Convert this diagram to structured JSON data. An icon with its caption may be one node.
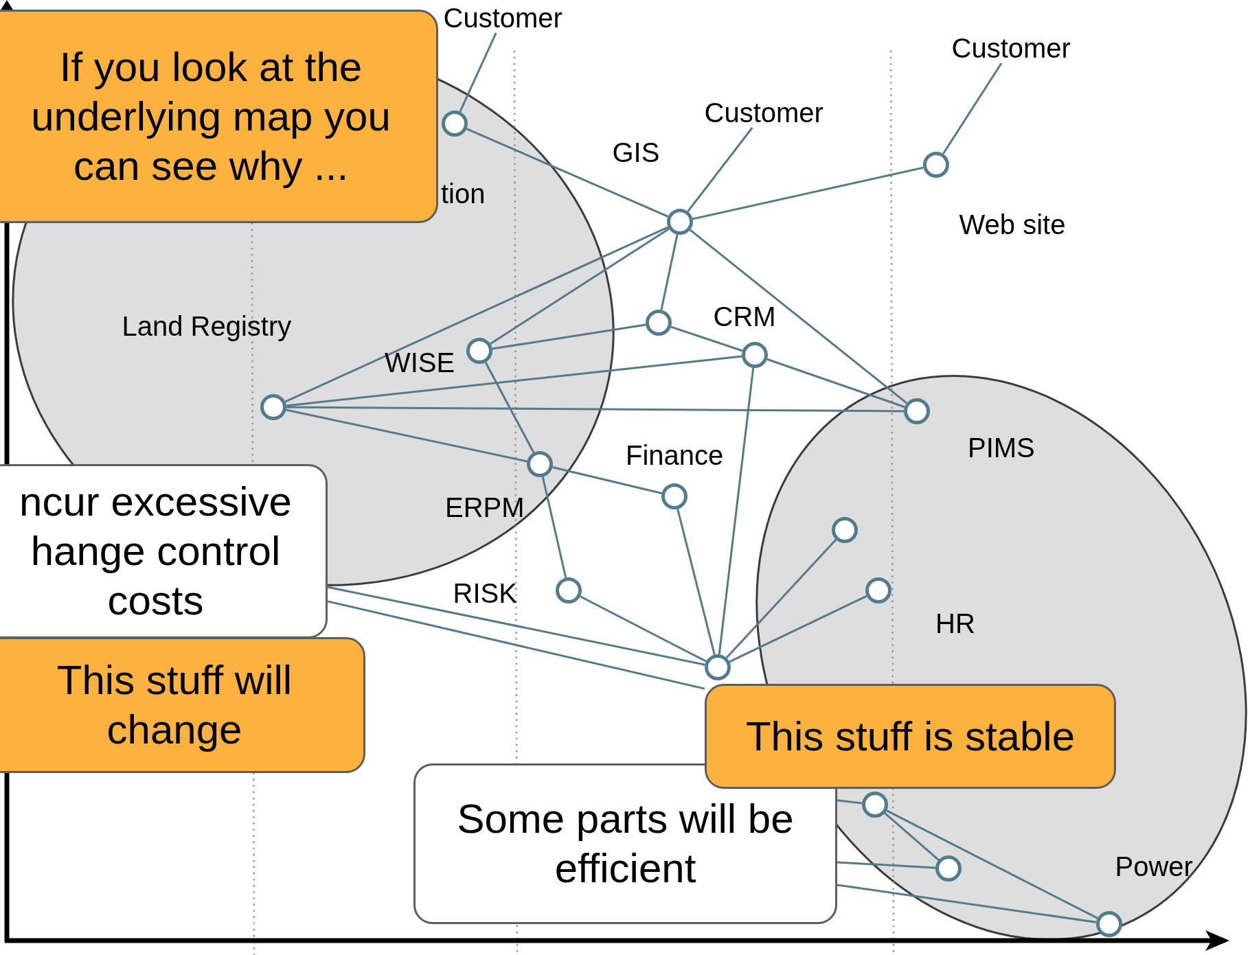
{
  "diagram": {
    "nodes": [
      {
        "text": [
          "If you look at the underlying map you can see why ..."
        ]
      },
      {
        "text": [
          "Customer"
        ]
      },
      {
        "text": [
          "Customer"
        ]
      },
      {
        "text": [
          "Customer"
        ]
      },
      {
        "text": [],
        "shape": "circle"
      },
      {
        "text": [],
        "shape": "circle"
      },
      {
        "text": [],
        "shape": "circle"
      },
      {
        "text": [],
        "shape": "circle"
      },
      {
        "text": [],
        "shape": "circle"
      },
      {
        "text": [],
        "shape": "circle"
      },
      {
        "text": [],
        "shape": "circle"
      },
      {
        "text": [],
        "shape": "circle"
      },
      {
        "text": [],
        "shape": "circle"
      },
      {
        "text": [],
        "shape": "circle"
      },
      {
        "text": [
          "ncur excessive hange control costs"
        ]
      },
      {
        "text": [],
        "shape": "circle"
      },
      {
        "text": [],
        "shape": "circle"
      },
      {
        "text": [],
        "shape": "circle"
      },
      {
        "text": [],
        "shape": "circle"
      },
      {
        "text": [
          "This stuff will change"
        ]
      },
      {
        "text": [
          "This stuff is stable"
        ]
      },
      {
        "text": [],
        "shape": "circle"
      },
      {
        "text": [
          "Some parts will be efficient"
        ]
      },
      {
        "text": [],
        "shape": "circle"
      },
      {
        "text": [],
        "shape": "circle"
      }
    ],
    "edges": [
      {
        "from": 1,
        "to": 4,
        "arrow": "none"
      },
      {
        "from": 2,
        "to": 5,
        "arrow": "none"
      },
      {
        "from": 3,
        "to": 6,
        "arrow": "none"
      },
      {
        "from": 4,
        "to": 5,
        "arrow": "none"
      },
      {
        "from": 5,
        "to": 6,
        "arrow": "none"
      },
      {
        "from": 5,
        "to": 10,
        "arrow": "none"
      },
      {
        "from": 5,
        "to": 9,
        "arrow": "none"
      },
      {
        "from": 5,
        "to": 7,
        "arrow": "none"
      },
      {
        "from": 5,
        "to": 11,
        "arrow": "none"
      },
      {
        "from": 7,
        "to": 9,
        "arrow": "none"
      },
      {
        "from": 7,
        "to": 8,
        "arrow": "none"
      },
      {
        "from": 8,
        "to": 10,
        "arrow": "none"
      },
      {
        "from": 8,
        "to": 11,
        "arrow": "none"
      },
      {
        "from": 10,
        "to": 11,
        "arrow": "none"
      },
      {
        "from": 10,
        "to": 12,
        "arrow": "none"
      },
      {
        "from": 9,
        "to": 12,
        "arrow": "none"
      },
      {
        "from": 12,
        "to": 13,
        "arrow": "none"
      },
      {
        "from": 12,
        "to": 17,
        "arrow": "none"
      },
      {
        "from": 17,
        "to": 18,
        "arrow": "none"
      },
      {
        "from": 13,
        "to": 18,
        "arrow": "none"
      },
      {
        "from": 8,
        "to": 18,
        "arrow": "none"
      },
      {
        "from": 15,
        "to": 18,
        "arrow": "none"
      },
      {
        "from": 16,
        "to": 18,
        "arrow": "none"
      },
      {
        "from": 14,
        "to": 18,
        "arrow": "none"
      },
      {
        "from": 14,
        "to": 20,
        "arrow": "none"
      },
      {
        "from": 22,
        "to": 21,
        "arrow": "none"
      },
      {
        "from": 22,
        "to": 23,
        "arrow": "none"
      },
      {
        "from": 22,
        "to": 24,
        "arrow": "none"
      },
      {
        "from": 21,
        "to": 23,
        "arrow": "none"
      },
      {
        "from": 21,
        "to": 24,
        "arrow": "none"
      }
    ],
    "labels": [
      "GIS",
      "tion",
      "Web site",
      "Land Registry",
      "WISE",
      "CRM",
      "PIMS",
      "Finance",
      "ERPM",
      "RISK",
      "HR",
      "Power"
    ]
  }
}
